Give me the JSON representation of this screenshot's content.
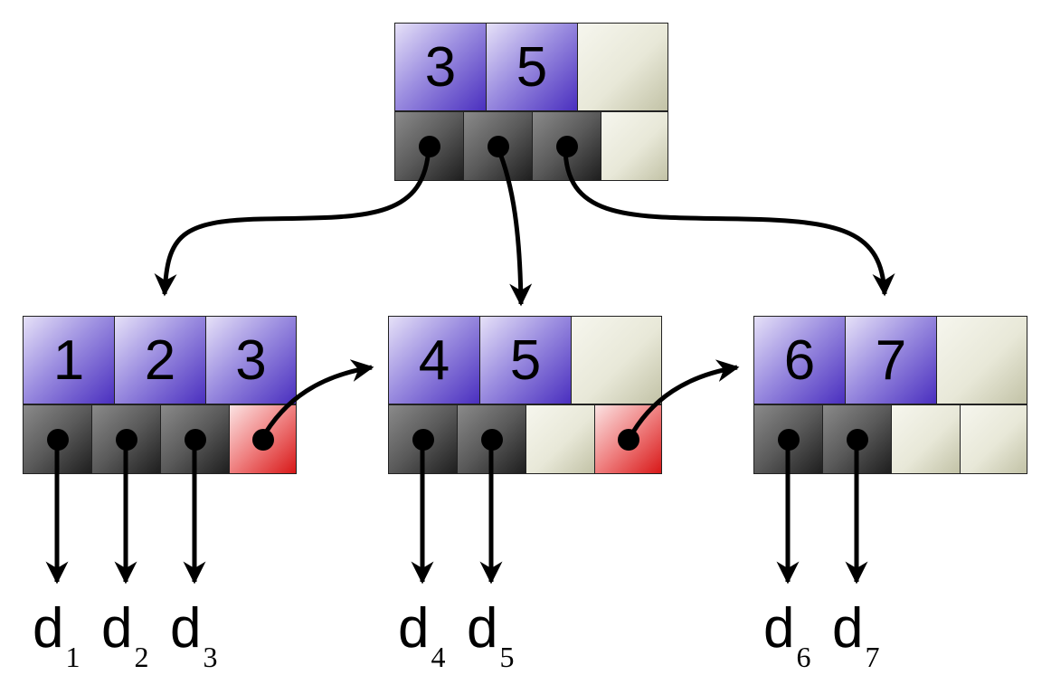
{
  "colors": {
    "key_cell": "#6a55d0",
    "empty_cell": "#e2e2d0",
    "pointer_cell": "#4a4a4a",
    "next_pointer_cell": "#e23a3a",
    "ink": "#000000"
  },
  "tree": {
    "root": {
      "keys": [
        "3",
        "5",
        ""
      ],
      "pointers": [
        "child",
        "child",
        "child",
        "empty"
      ]
    },
    "leaves": [
      {
        "keys": [
          "1",
          "2",
          "3"
        ],
        "pointers": [
          "data",
          "data",
          "data",
          "next"
        ]
      },
      {
        "keys": [
          "4",
          "5",
          ""
        ],
        "pointers": [
          "data",
          "data",
          "empty",
          "next"
        ]
      },
      {
        "keys": [
          "6",
          "7",
          ""
        ],
        "pointers": [
          "data",
          "data",
          "empty",
          "empty"
        ]
      }
    ]
  },
  "data_labels": [
    {
      "base": "d",
      "sub": "1"
    },
    {
      "base": "d",
      "sub": "2"
    },
    {
      "base": "d",
      "sub": "3"
    },
    {
      "base": "d",
      "sub": "4"
    },
    {
      "base": "d",
      "sub": "5"
    },
    {
      "base": "d",
      "sub": "6"
    },
    {
      "base": "d",
      "sub": "7"
    }
  ]
}
